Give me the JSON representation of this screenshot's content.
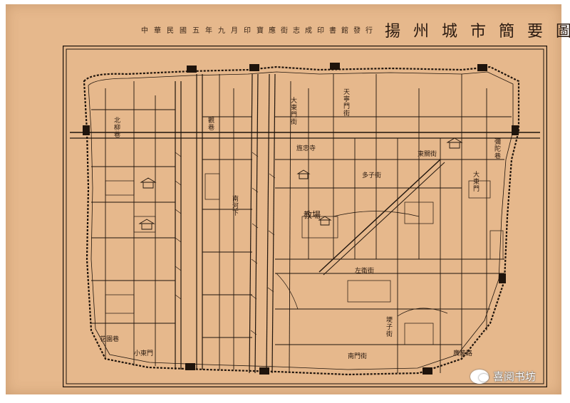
{
  "map": {
    "title": "揚州城市簡要圖",
    "publisher": "寶應街志成印書館發行",
    "print_date": "中華民國五年九月印"
  },
  "labels": {
    "top_center": "大東門街",
    "bazaar": "教場",
    "left_street": "南河下",
    "left_lane": "觀巷",
    "right_street": "東關街",
    "right_market": "大東門",
    "lower_street": "左衛街",
    "lower_mid": "埂子街",
    "north_gate": "天寧門街",
    "southwest": "花園巷",
    "east_lane": "彌陀巷",
    "south_row": "南門街",
    "northwest": "北柳巷",
    "mid_street": "多子街",
    "center_north": "旌忠寺",
    "south_road": "廣陵路",
    "small_map_label": "小東門"
  },
  "watermark": {
    "text": "喜阅书坊"
  }
}
